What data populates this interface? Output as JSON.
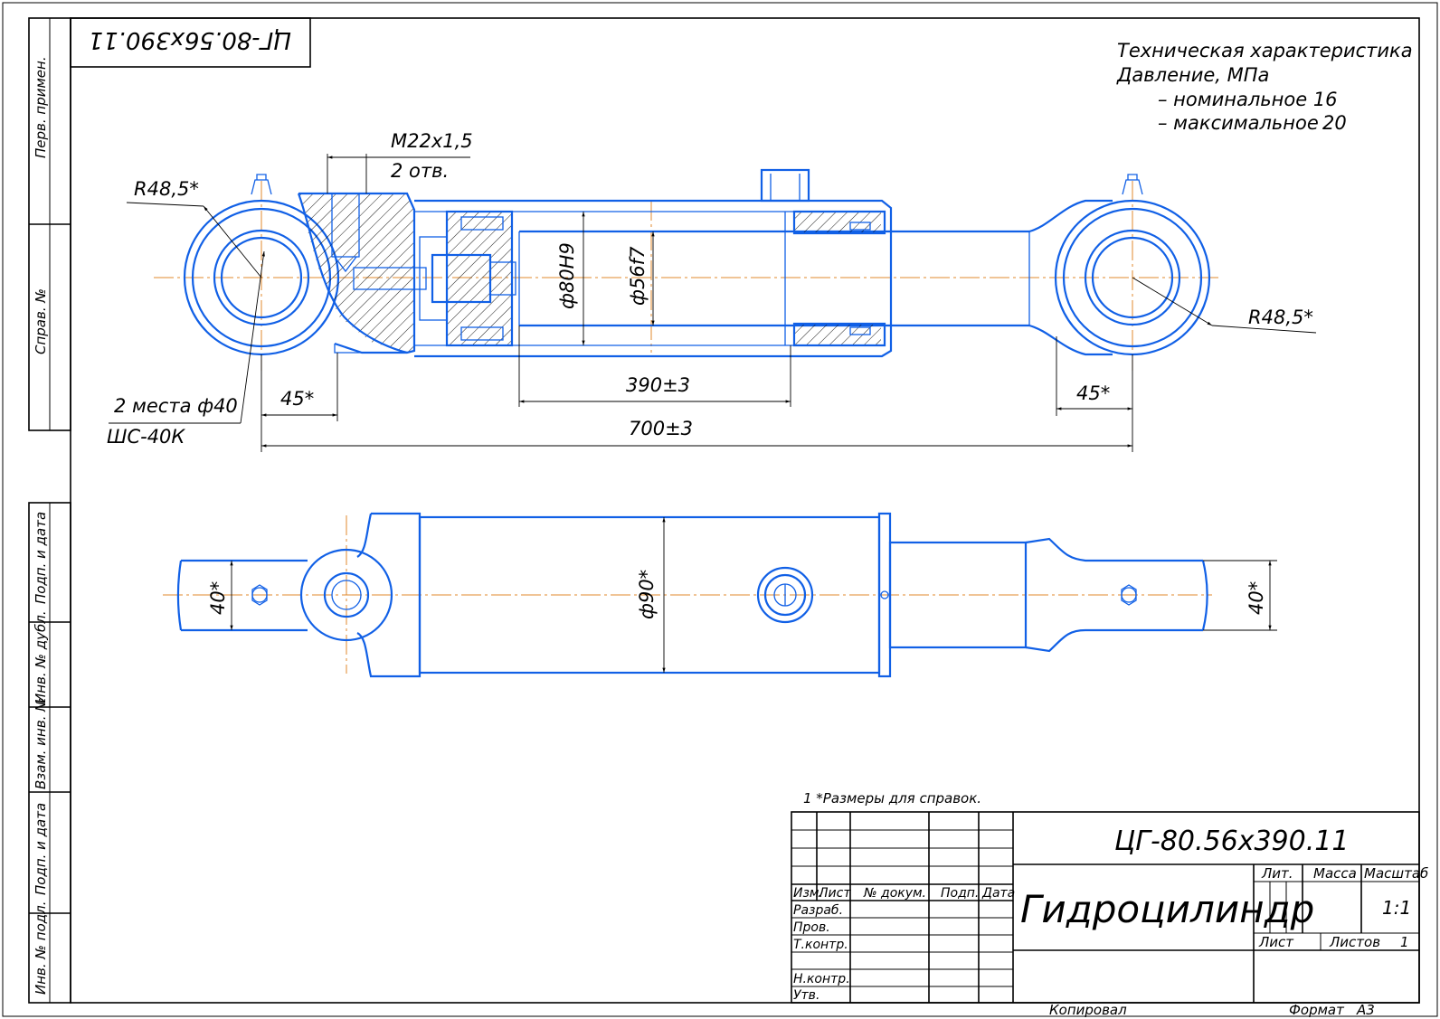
{
  "stamp_rotated": "ЦГ-80.56х390.11",
  "tech": {
    "title": "Техническая характеристика",
    "pressure": "Давление, МПа",
    "nominal": "– номинальное 16",
    "maximum": "– максимальное",
    "maximum_value": "20"
  },
  "dims": {
    "thread": "М22х1,5",
    "holes": "2 отв.",
    "r_left": "R48,5*",
    "r_right": "R48,5*",
    "bore": "ф80Н9",
    "rod": "ф56f7",
    "stroke": "390±3",
    "length": "700±3",
    "eye_left": "45*",
    "eye_right": "45*",
    "places": "2 места ф40",
    "bearing": "ШС-40К",
    "body": "ф90*",
    "width_left": "40*",
    "width_right": "40*"
  },
  "note": "1  *Размеры для справок.",
  "side_labels": [
    "Перв. примен.",
    "Справ. №",
    "Подп. и дата",
    "Инв. № дубл.",
    "Взам. инв. №",
    "Подп. и дата",
    "Инв. № подл."
  ],
  "title_block": {
    "designation": "ЦГ-80.56х390.11",
    "name": "Гидроцилиндр",
    "cols": [
      "Изм.",
      "Лист",
      "№ докум.",
      "Подп.",
      "Дата"
    ],
    "rows": [
      "Разраб.",
      "Пров.",
      "Т.контр.",
      "Н.контр.",
      "Утв."
    ],
    "lit": "Лит.",
    "mass": "Масса",
    "scale_label": "Масштаб",
    "scale": "1:1",
    "sheet": "Лист",
    "sheets": "Листов",
    "sheets_value": "1",
    "copied": "Копировал",
    "format": "Формат",
    "format_value": "А3"
  },
  "colors": {
    "contour": "#1160e6",
    "axis": "#e08a2c",
    "frame": "#000000"
  }
}
